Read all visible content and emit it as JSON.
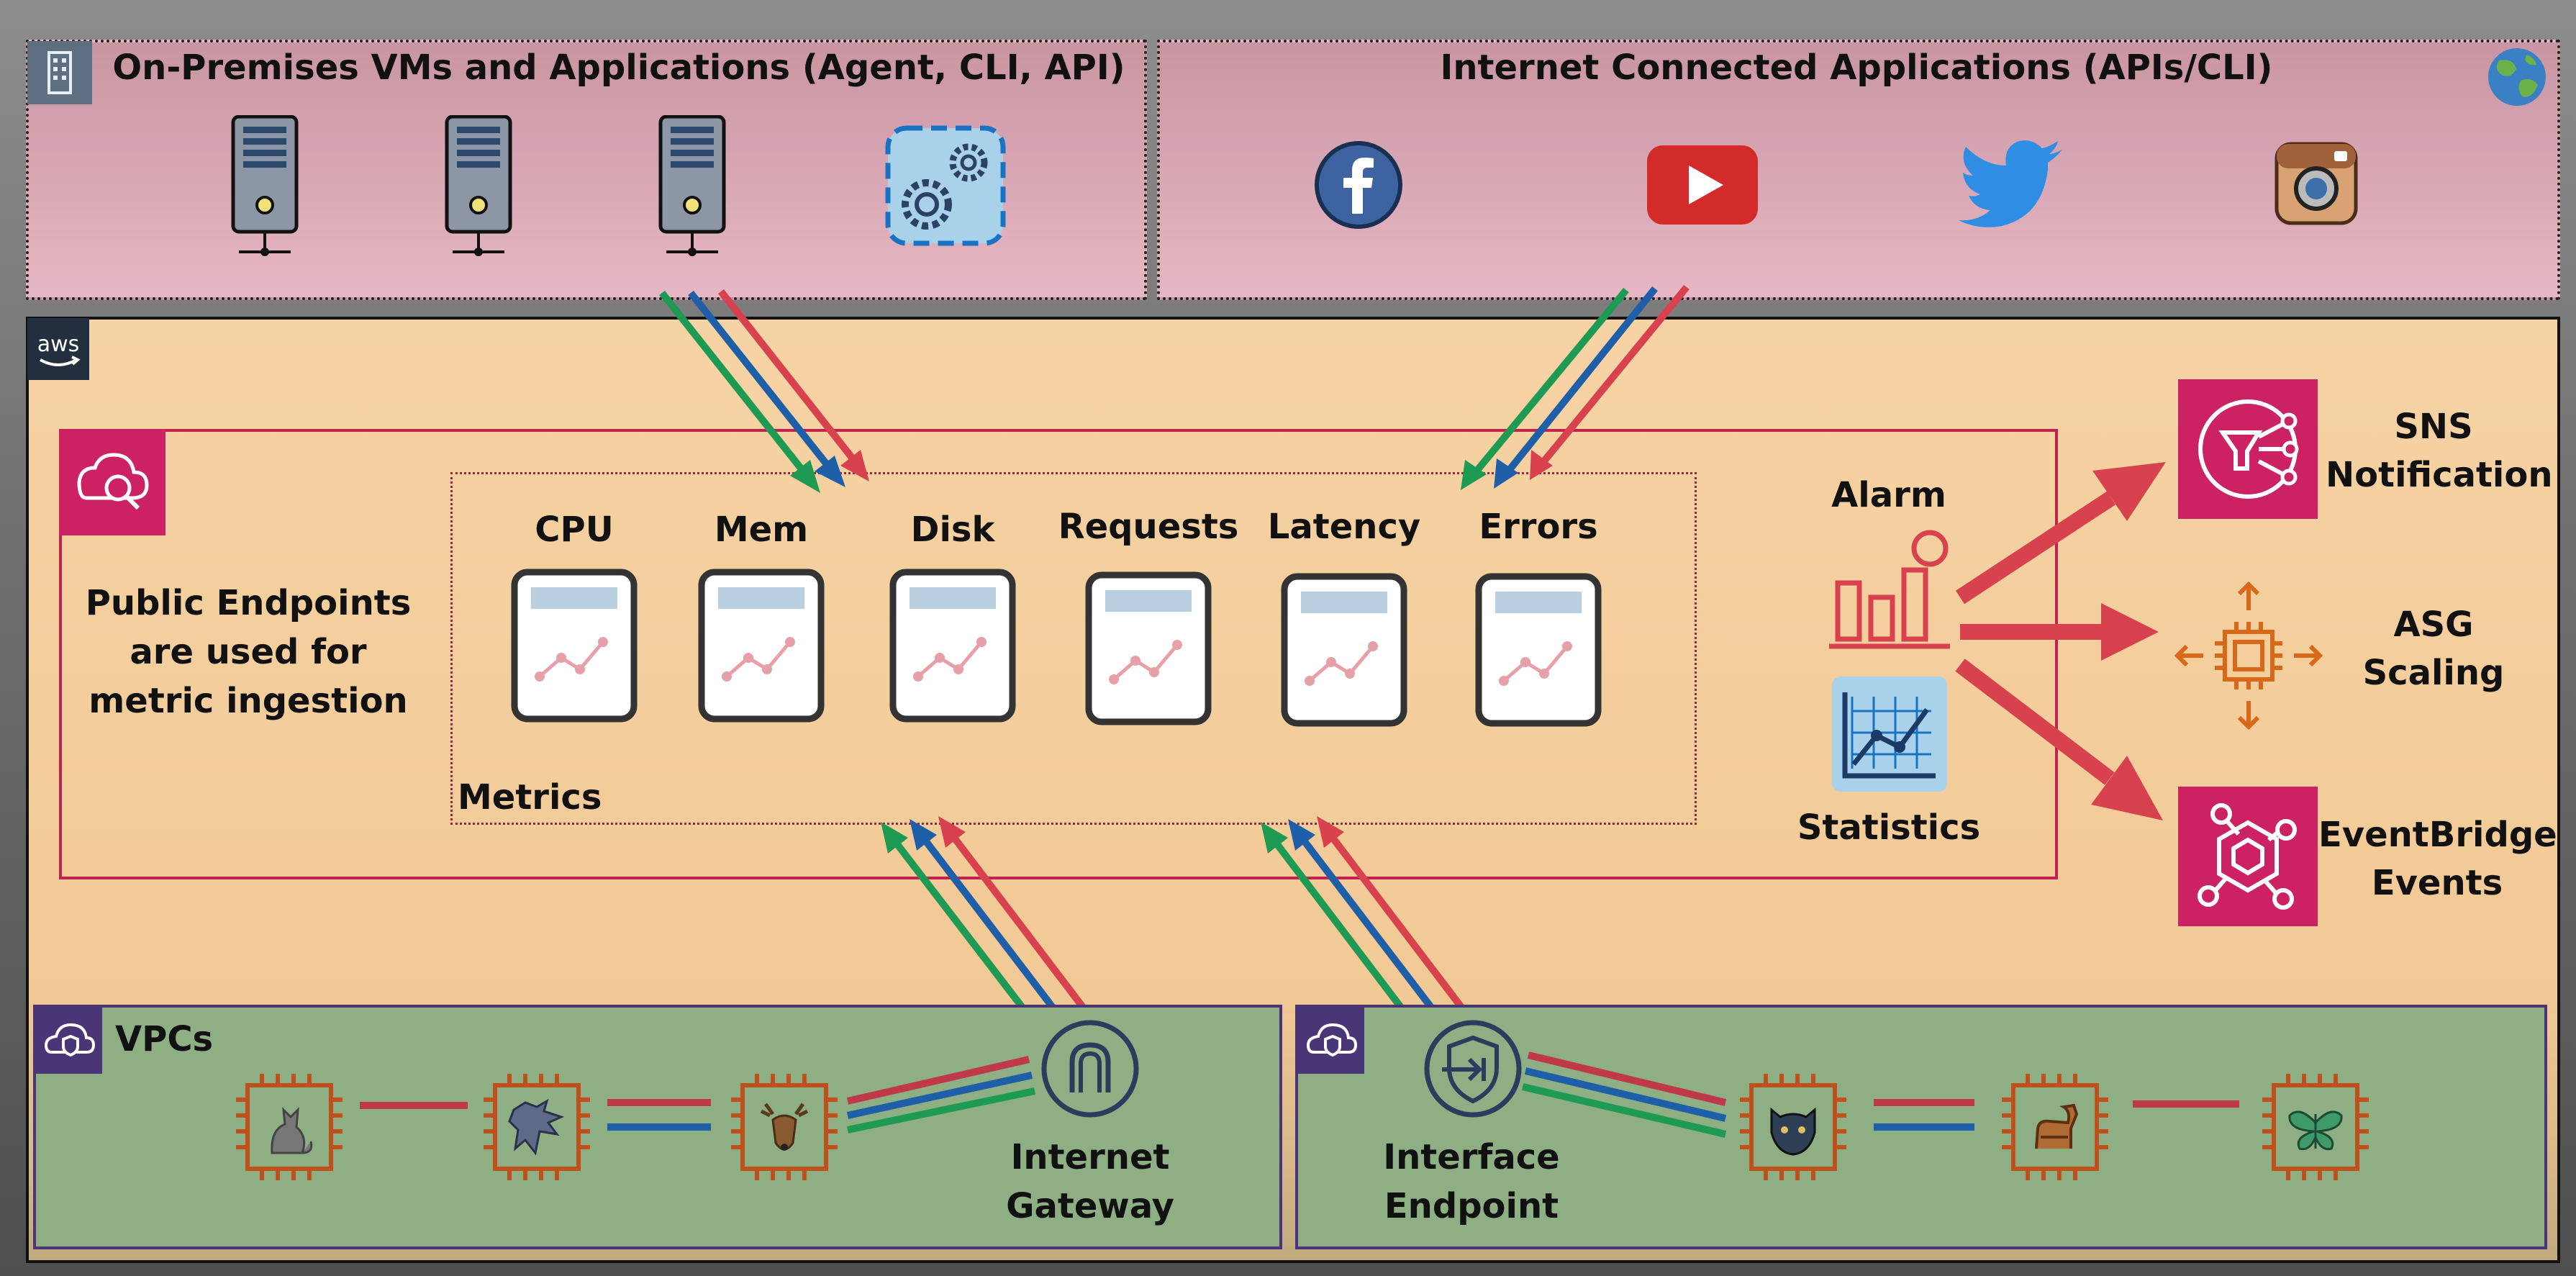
{
  "onprem": {
    "title": "On-Premises VMs and Applications (Agent, CLI, API)"
  },
  "internet": {
    "title": "Internet Connected Applications (APIs/CLI)"
  },
  "aws": {
    "logo_text": "aws"
  },
  "cloudwatch": {
    "description_lines": [
      "Public Endpoints",
      "are used for",
      "metric ingestion"
    ],
    "metrics_label": "Metrics",
    "metrics": [
      "CPU",
      "Mem",
      "Disk",
      "Requests",
      "Latency",
      "Errors"
    ],
    "alarm_label": "Alarm",
    "statistics_label": "Statistics"
  },
  "targets": {
    "sns": [
      "SNS",
      "Notification"
    ],
    "asg": [
      "ASG",
      "Scaling"
    ],
    "eventbridge": [
      "EventBridge",
      "Events"
    ]
  },
  "vpc_left": {
    "title": "VPCs",
    "gateway_lines": [
      "Internet",
      "Gateway"
    ]
  },
  "vpc_right": {
    "endpoint_lines": [
      "Interface",
      "Endpoint"
    ]
  },
  "colors": {
    "arrow_green": "#1e9a55",
    "arrow_blue": "#1f5fa8",
    "arrow_red": "#d8424f",
    "pink_accent": "#cc2264",
    "orange_accent": "#d9691a",
    "vpc_purple": "#4a3577"
  }
}
